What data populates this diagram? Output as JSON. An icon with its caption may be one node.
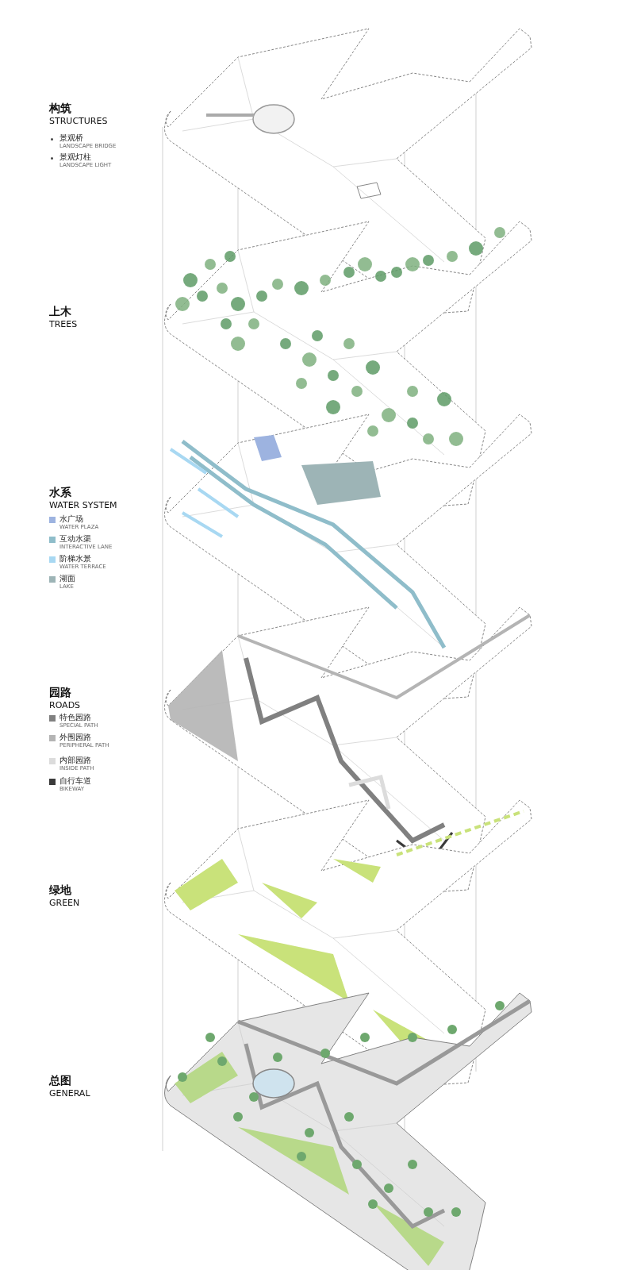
{
  "diagram": {
    "labels": [
      "构筑",
      "STRUCTURES",
      "上木",
      "TREES",
      "水系",
      "WATER SYSTEM",
      "园路",
      "ROADS",
      "绿地",
      "GREEN",
      "总图",
      "GENERAL"
    ],
    "legend": [
      {
        "text": "景观桥 LANDSCAPE BRIDGE"
      },
      {
        "text": "景观灯柱 LANDSCAPE LIGHT"
      },
      {
        "text": "水广场 WATER PLAZA",
        "color": "#9db3e0"
      },
      {
        "text": "互动水渠 INTERACTIVE LANE",
        "color": "#8fbdca"
      },
      {
        "text": "阶梯水景 WATER TERRACE",
        "color": "#a8d8f2"
      },
      {
        "text": "湖面 LAKE",
        "color": "#9db4b6"
      },
      {
        "text": "特色园路 SPECIAL PATH",
        "color": "#808080"
      },
      {
        "text": "外围园路 PERIPHERAL PATH",
        "color": "#b4b4b4"
      },
      {
        "text": "内部园路 INSIDE PATH",
        "color": "#dcdcdc"
      },
      {
        "text": "自行车道 BIKEWAY",
        "color": "#3a3a3a"
      }
    ]
  }
}
